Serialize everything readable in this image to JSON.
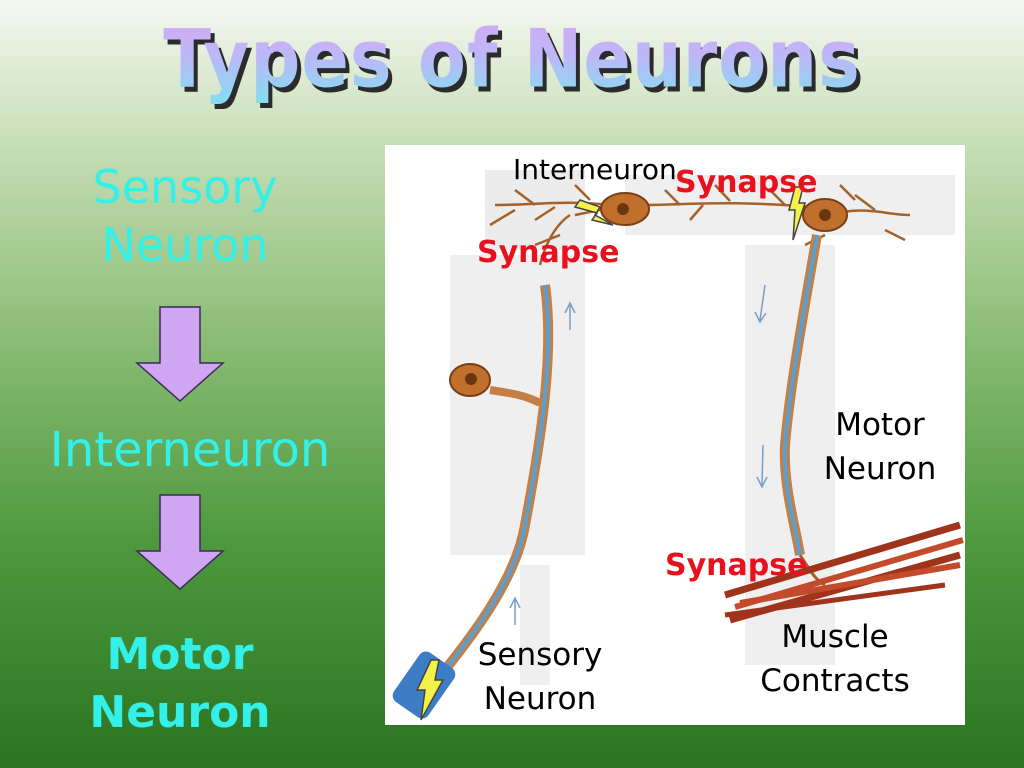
{
  "title": "Types of Neurons",
  "flow": {
    "sensory": "Sensory Neuron",
    "interneuron": "Interneuron",
    "motor": "Motor Neuron"
  },
  "diagram": {
    "interneuron_label": "Interneuron",
    "synapse_top_left": "Synapse",
    "synapse_top_right": "Synapse",
    "synapse_bottom": "Synapse",
    "motor_neuron_label": "Motor Neuron",
    "sensory_neuron_label": "Sensory Neuron",
    "muscle_label": "Muscle Contracts"
  },
  "colors": {
    "flow_text": "#33f0e8",
    "arrow_fill": "#d0a6f2",
    "synapse_text": "#e8121f"
  }
}
